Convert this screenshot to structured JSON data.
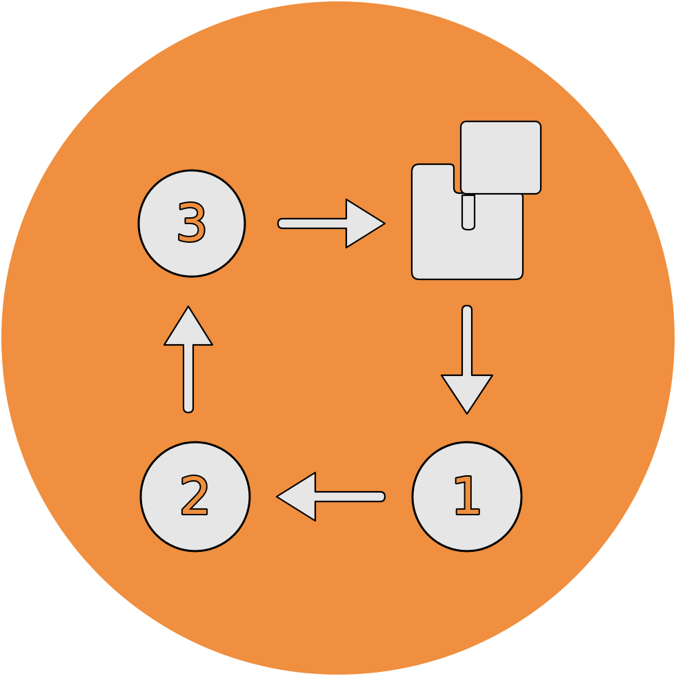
{
  "colors": {
    "background_circle": "#EF8F3F",
    "node_fill": "#E6E6E6",
    "outline": "#000000",
    "number_fill": "#EF8F3F"
  },
  "icon": {
    "name": "process-cycle-icon",
    "central_element": "overlapping-squares-icon"
  },
  "steps": [
    {
      "label": "1"
    },
    {
      "label": "2"
    },
    {
      "label": "3"
    }
  ],
  "arrows": [
    {
      "from": "squares",
      "to": "step-1",
      "direction": "down"
    },
    {
      "from": "step-1",
      "to": "step-2",
      "direction": "left"
    },
    {
      "from": "step-2",
      "to": "step-3",
      "direction": "up"
    },
    {
      "from": "step-3",
      "to": "squares",
      "direction": "right"
    }
  ]
}
